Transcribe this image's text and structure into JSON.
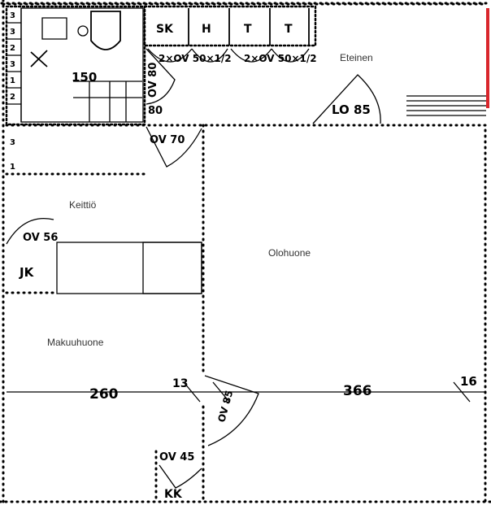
{
  "rooms": {
    "hall": "Eteinen",
    "kitchen": "Keittiö",
    "living_room": "Olohuone",
    "bedroom": "Makuuhuone"
  },
  "fixtures": {
    "sk": "SK",
    "h": "H",
    "t1": "T",
    "t2": "T",
    "jk": "JK",
    "kk": "KK"
  },
  "wardrobe_notes": {
    "left": "2×OV 50×1/2",
    "right": "2×OV 50×1/2"
  },
  "doors": {
    "bathroom": "OV 80",
    "hall_bath": "80",
    "kitchen": "OV 70",
    "front": "LO 85",
    "kitchen_left": "OV 56",
    "bedroom": "OV 85",
    "closet": "OV 45"
  },
  "dimensions": {
    "bathroom": "150",
    "bedroom_width": "260",
    "wall_thickness": "13",
    "living_width": "366",
    "right_wall": "16"
  },
  "shelf_numbers": [
    "3",
    "3",
    "2",
    "3",
    "1",
    "2",
    "3",
    "1"
  ],
  "colors": {
    "ink": "#000000",
    "typed_label": "#333333",
    "marker": "#d9262c"
  }
}
